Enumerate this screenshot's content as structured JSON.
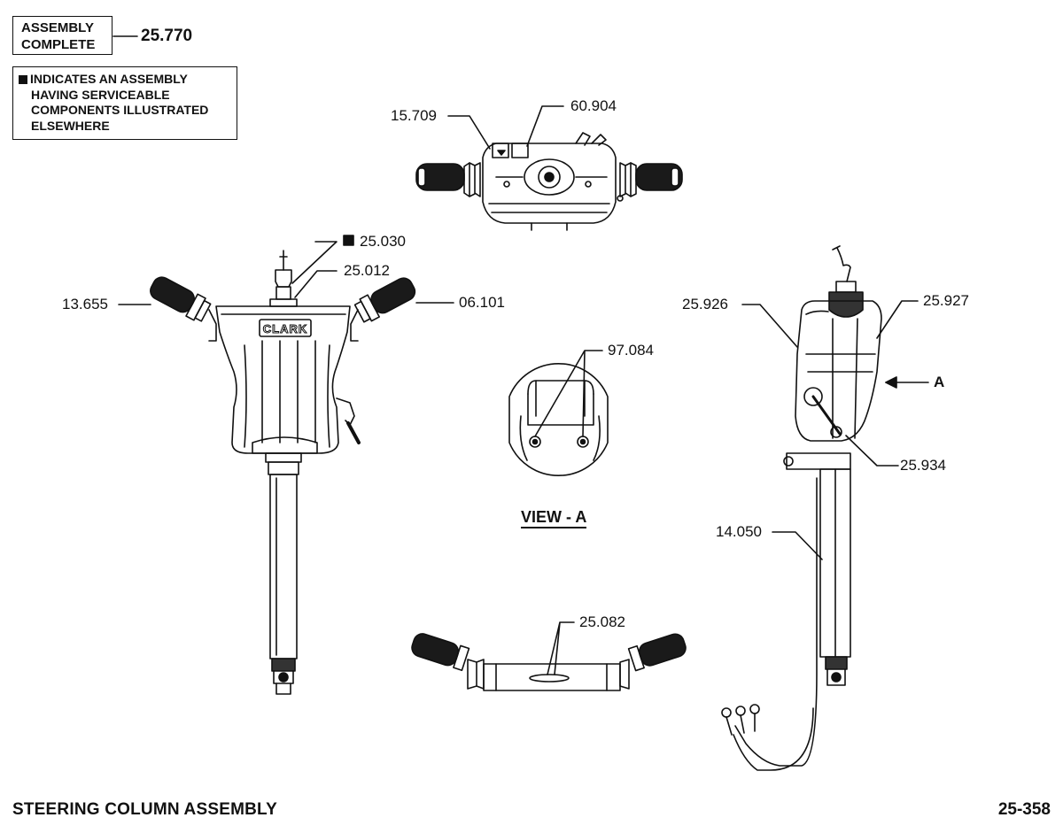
{
  "assembly": {
    "line1": "ASSEMBLY",
    "line2": "COMPLETE",
    "number": "25.770"
  },
  "legend": {
    "line1": "INDICATES AN ASSEMBLY",
    "line2": "HAVING SERVICEABLE",
    "line3": "COMPONENTS ILLUSTRATED",
    "line4": "ELSEWHERE"
  },
  "callouts": {
    "c15709": "15.709",
    "c60904": "60.904",
    "c25030": "25.030",
    "c25012": "25.012",
    "c13655": "13.655",
    "c06101": "06.101",
    "c97084": "97.084",
    "c25926": "25.926",
    "c25927": "25.927",
    "cA": "A",
    "c25934": "25.934",
    "c14050": "14.050",
    "c25082": "25.082"
  },
  "view_label": "VIEW - A",
  "logo_text": "CLARK",
  "footer": {
    "title": "STEERING COLUMN ASSEMBLY",
    "page": "25-358"
  }
}
